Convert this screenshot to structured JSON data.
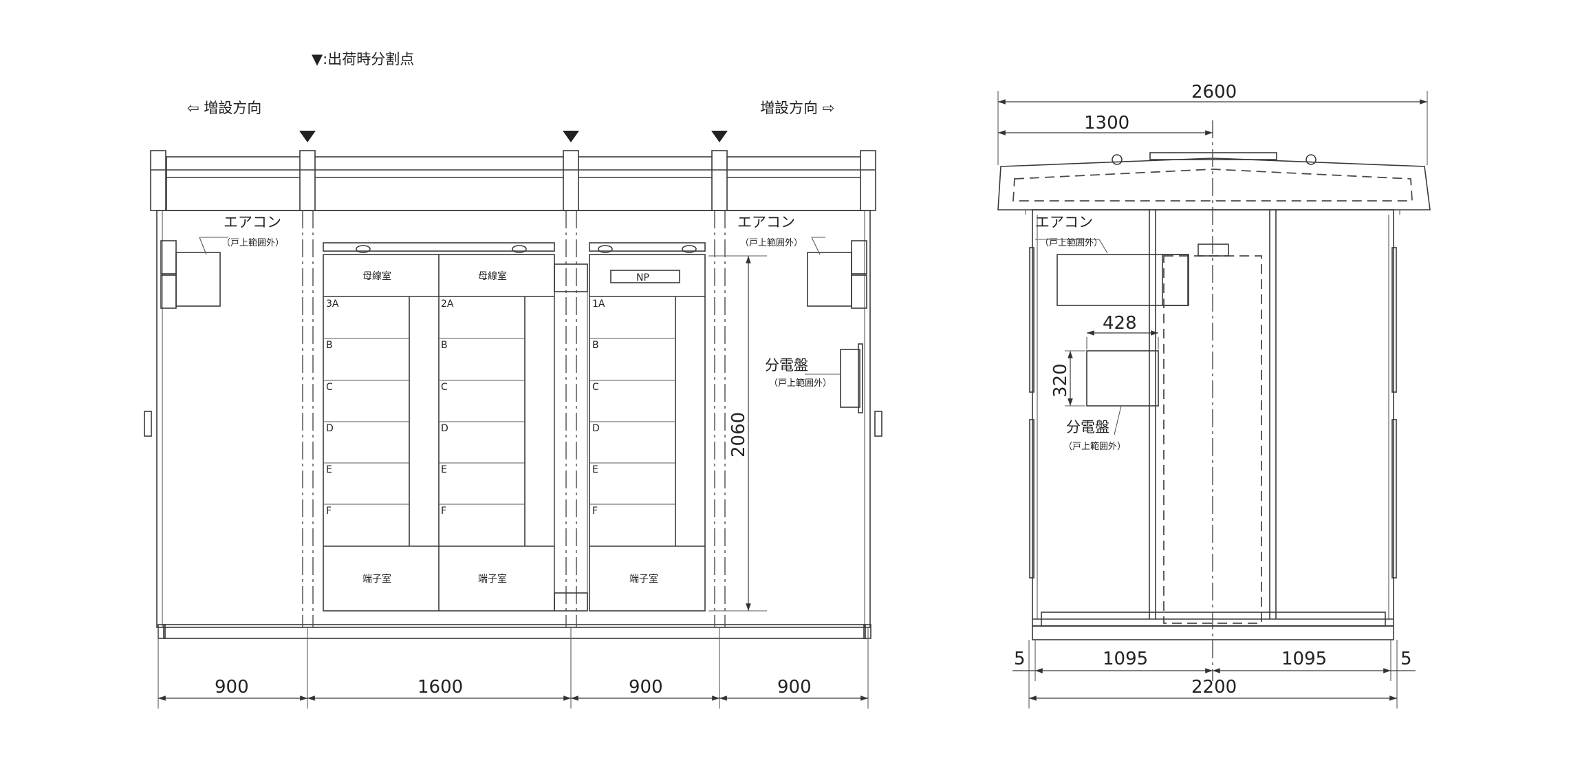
{
  "legend": {
    "split_point": "▼:出荷時分割点"
  },
  "front_view": {
    "expand_left": "⇦ 増設方向",
    "expand_right": "増設方向 ⇨",
    "aircon_label": "エアコン",
    "aircon_note": "（戸上範囲外）",
    "panel_label": "分電盤",
    "panel_note": "（戸上範囲外）",
    "busbar_room": "母線室",
    "terminal_room": "端子室",
    "nameplate": "NP",
    "units": [
      "3A",
      "2A",
      "1A"
    ],
    "rows": [
      "B",
      "C",
      "D",
      "E",
      "F"
    ],
    "height_dim": "2060",
    "bottom_dims": [
      "900",
      "1600",
      "900",
      "900"
    ]
  },
  "side_view": {
    "total_width": "2600",
    "half_width": "1300",
    "aircon_label": "エアコン",
    "aircon_note": "（戸上範囲外）",
    "panel_label": "分電盤",
    "panel_note": "（戸上範囲外）",
    "panel_width": "428",
    "panel_height": "320",
    "bottom_dims": [
      "5",
      "1095",
      "1095",
      "5"
    ],
    "base_width": "2200"
  }
}
